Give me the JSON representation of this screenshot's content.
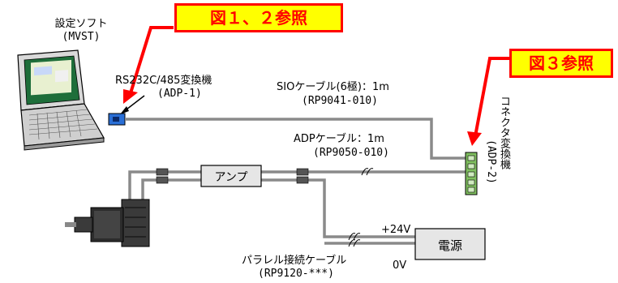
{
  "software": {
    "name": "設定ソフト",
    "code": "(MVST)"
  },
  "converter": {
    "name": "RS232C/485変換機",
    "code": "(ADP-1)"
  },
  "sio_cable": {
    "name": "SIOケーブル(6極)：1m",
    "code": "(RP9041-010)"
  },
  "adp_cable": {
    "name": "ADPケーブル：1m",
    "code": "(RP9050-010)"
  },
  "connector": {
    "name": "コネクタ変換機",
    "code": "(ADP-2)"
  },
  "amp": {
    "label": "アンプ"
  },
  "power": {
    "label": "電源",
    "plus": "+24V",
    "zero": "0V"
  },
  "parallel_cable": {
    "name": "パラレル接続ケーブル",
    "code": "(RP9120-***)"
  },
  "callouts": {
    "fig12": "図１、２参照",
    "fig3": "図３参照"
  },
  "colors": {
    "callout_fill": "#ffff00",
    "callout_text": "#ff0000",
    "cable": "#8a8a8a",
    "connector": "#80c060",
    "converter": "#2a6fd6"
  }
}
